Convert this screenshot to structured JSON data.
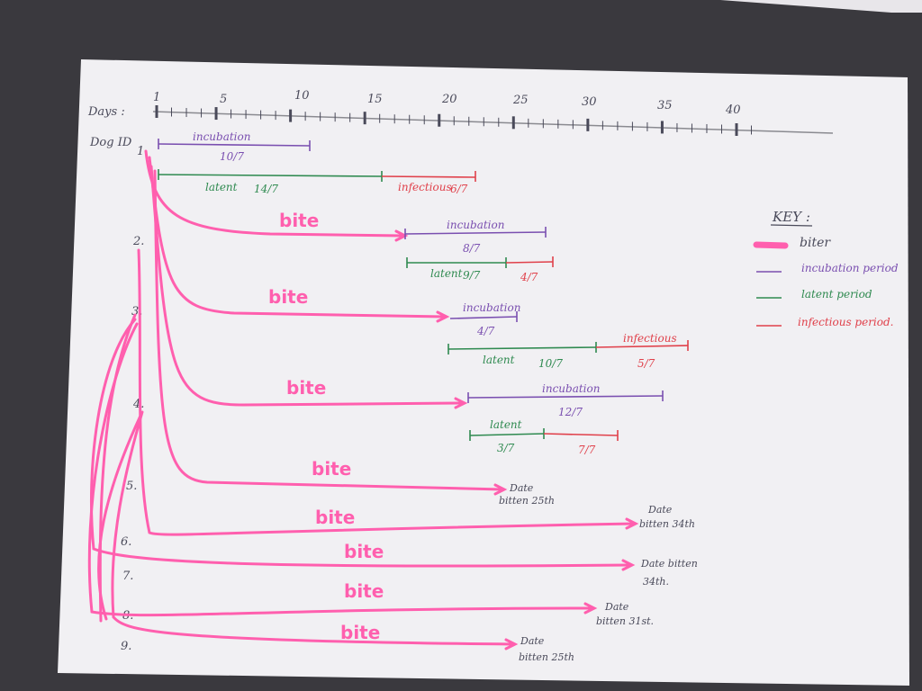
{
  "axis": {
    "label": "Days :",
    "tick_labels": [
      "1",
      "5",
      "10",
      "15",
      "20",
      "25",
      "30",
      "35",
      "40"
    ],
    "tick_days": [
      1,
      5,
      10,
      15,
      20,
      25,
      30,
      35,
      40
    ]
  },
  "dog_id_label": "Dog ID",
  "dogs": [
    "1.",
    "2.",
    "3.",
    "4.",
    "5.",
    "6.",
    "7.",
    "8.",
    "9."
  ],
  "key": {
    "title": "KEY :",
    "items": [
      {
        "label": "biter",
        "color": "#ff5fae"
      },
      {
        "label": "incubation period",
        "color": "#7a4fb0"
      },
      {
        "label": "latent period",
        "color": "#2f8a50"
      },
      {
        "label": "infectious period.",
        "color": "#e0404a"
      }
    ]
  },
  "bite_label": "bite",
  "periods": {
    "d1_incubation": "incubation",
    "d1_incubation_val": "10/7",
    "d1_latent": "latent",
    "d1_latent_val": "14/7",
    "d1_infectious": "infectious",
    "d1_infectious_val": "6/7",
    "d2_incubation": "incubation",
    "d2_incubation_val": "8/7",
    "d2_latent": "latent",
    "d2_latent_val": "9/7",
    "d2_infectious_val": "4/7",
    "d3_incubation": "incubation",
    "d3_incubation_val": "4/7",
    "d3_latent": "latent",
    "d3_latent_val": "10/7",
    "d3_infectious": "infectious",
    "d3_infectious_val": "5/7",
    "d4_incubation": "incubation",
    "d4_incubation_val": "12/7",
    "d4_latent": "latent",
    "d4_latent_val": "3/7",
    "d4_infectious_val": "7/7"
  },
  "date_notes": {
    "d5": [
      "Date",
      "bitten 25th"
    ],
    "d6": [
      "Date",
      "bitten 34th"
    ],
    "d7": [
      "Date bitten",
      "34th."
    ],
    "d8": [
      "Date",
      "bitten 31st."
    ],
    "d9": [
      "Date",
      "bitten 25th"
    ]
  },
  "colors": {
    "paper": "#f1f0f3",
    "biter": "#ff5fae",
    "incubation": "#7a4fb0",
    "latent": "#2f8a50",
    "infectious": "#e0404a",
    "ink": "#4a4a5a"
  }
}
